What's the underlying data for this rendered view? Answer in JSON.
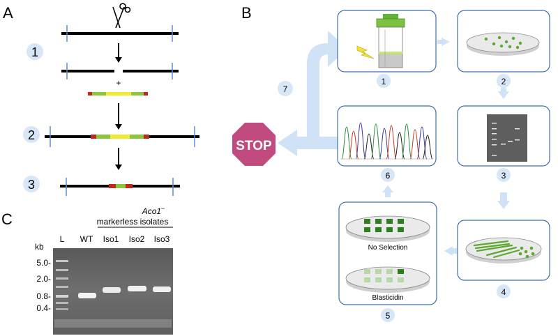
{
  "panels": {
    "a": {
      "letter": "A",
      "steps": [
        "1",
        "2",
        "3"
      ],
      "plus": "+"
    },
    "b": {
      "letter": "B",
      "stop": "STOP",
      "cycle_steps": [
        "1",
        "2",
        "3",
        "4",
        "5",
        "6"
      ],
      "return_step": "7",
      "plate_labels": {
        "no_selection": "No Selection",
        "blasticidin": "Blasticidin"
      }
    },
    "c": {
      "letter": "C",
      "header_gene": "Aco1",
      "header_gene_superscript": "−",
      "header_sub": "markerless isolates",
      "lanes": [
        "L",
        "WT",
        "Iso1",
        "Iso2",
        "Iso3"
      ],
      "kb_label": "kb",
      "kb_markers": [
        "5.0-",
        "2.0-",
        "0.8-",
        "0.4-"
      ]
    }
  },
  "colors": {
    "box_border": "#3f6fb0",
    "arrow": "#cfe2f6",
    "badge": "#d7e7f7",
    "stop": "#c14b7e",
    "green": "#8cc63f",
    "plate_green": "#2e7d1e",
    "yellow": "#f2ea2f",
    "red": "#c0281e",
    "gel": "#6b6b6b"
  }
}
